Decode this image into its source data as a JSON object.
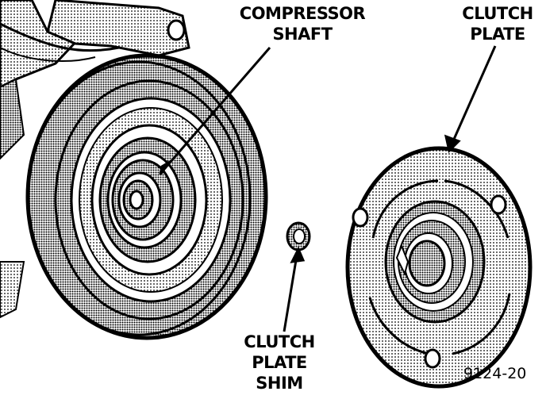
{
  "labels": {
    "compressor_shaft": [
      "COMPRESSOR",
      "SHAFT"
    ],
    "clutch_plate": [
      "CLUTCH",
      "PLATE"
    ],
    "clutch_plate_shim": [
      "CLUTCH",
      "PLATE",
      "SHIM"
    ],
    "figure_number": "9124-20"
  },
  "colors": {
    "ink": "#000000",
    "paper": "#ffffff",
    "shade": "#8a8a8a",
    "light_shade": "#c4c4c4"
  }
}
